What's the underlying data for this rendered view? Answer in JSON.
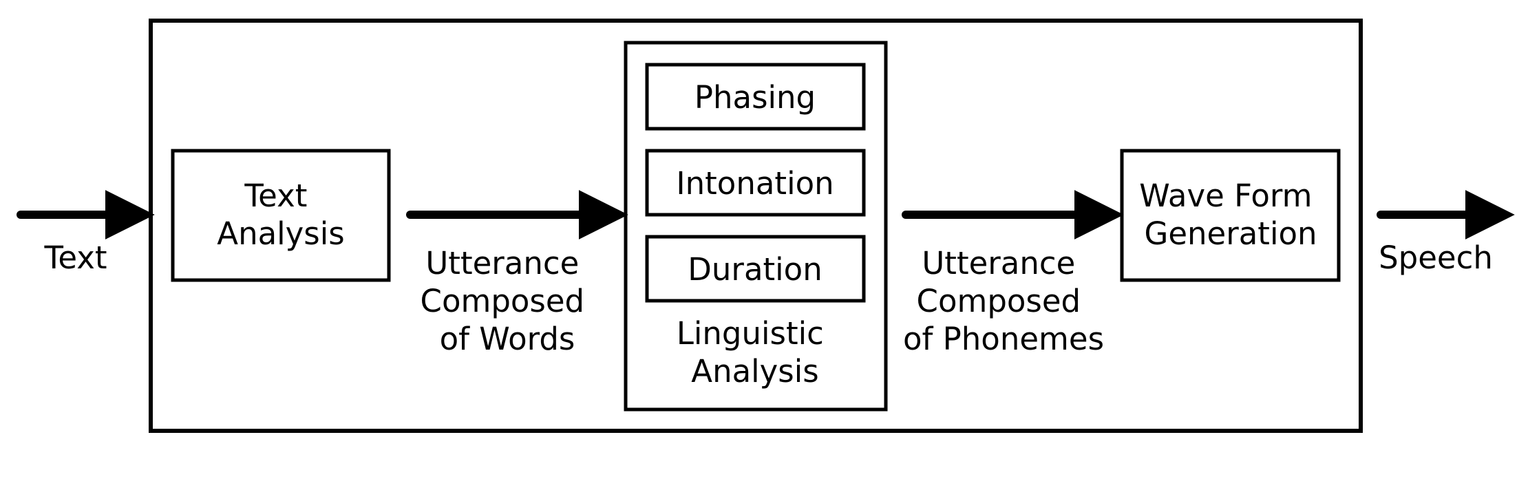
{
  "diagram": {
    "input_label": "Text",
    "output_label": "Speech",
    "text_analysis": [
      "Text",
      "Analysis"
    ],
    "words_label": [
      "Utterance",
      "Composed",
      "of Words"
    ],
    "linguistic": {
      "phasing": "Phasing",
      "intonation": "Intonation",
      "duration": "Duration",
      "caption": [
        "Linguistic",
        "Analysis"
      ]
    },
    "phonemes_label": [
      "Utterance",
      "Composed",
      "of Phonemes"
    ],
    "waveform": [
      "Wave Form",
      "Generation"
    ]
  }
}
